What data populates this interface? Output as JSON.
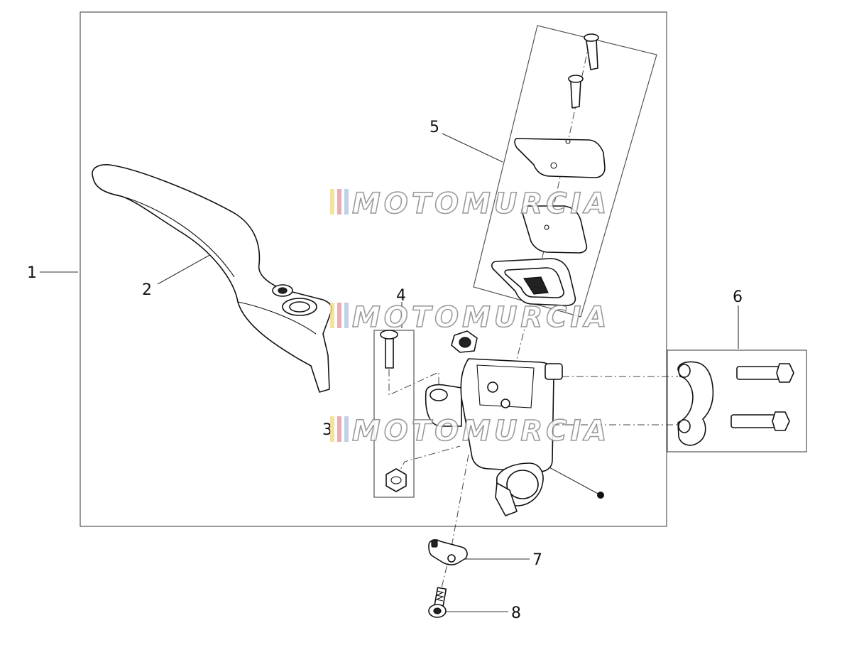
{
  "diagram": {
    "callouts": {
      "c1": "1",
      "c2": "2",
      "c3": "3",
      "c4": "4",
      "c5": "5",
      "c6": "6",
      "c7": "7",
      "c8": "8"
    },
    "watermark": {
      "text": "MOTOMURCIA",
      "stripe_colors": [
        "#f2e08a",
        "#e2a0a8",
        "#b7c9e4"
      ]
    }
  }
}
